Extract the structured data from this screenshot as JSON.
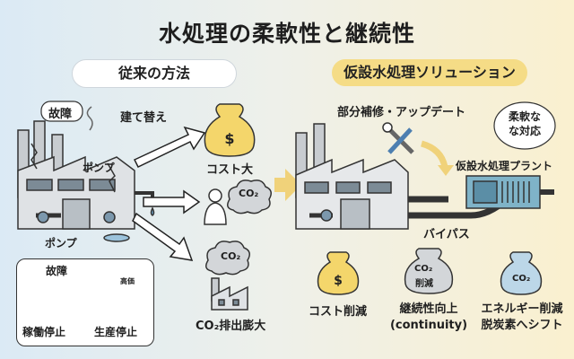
{
  "title": "水処理の柔軟性と継続性",
  "left": {
    "header": "従来の方法",
    "failure": "故障",
    "rebuild": "建て替え",
    "pump_top": "ポンプ",
    "pump_bottom": "ポンプ",
    "cost_up": "コスト大",
    "co2_up": "CO₂排出膨大",
    "co2_badge": "CO₂",
    "inset": {
      "failure": "故障",
      "stopped": "稼働停止",
      "production_stop": "生産停止",
      "tag": "高価"
    }
  },
  "right": {
    "header": "仮設水処理ソリューション",
    "repair": "部分補修・アップデート",
    "flexible": "柔軟な\nな対応",
    "plant": "仮設水処理プラント",
    "bypass": "バイパス",
    "cost_cut": "コスト削減",
    "continuity": "継続性向上\n(continuity)",
    "energy": "エネルギー削減\n脱炭素へシフト",
    "co2_cut_badge_1": "CO₂",
    "co2_cut_badge_2": "削減",
    "co2_badge": "CO₂"
  },
  "colors": {
    "bag_yellow": "#f4d66b",
    "bag_gray": "#d3d6d9",
    "bag_blue": "#bcd7e8",
    "arrow": "#f0d27a",
    "pill": "#f5dc86"
  }
}
